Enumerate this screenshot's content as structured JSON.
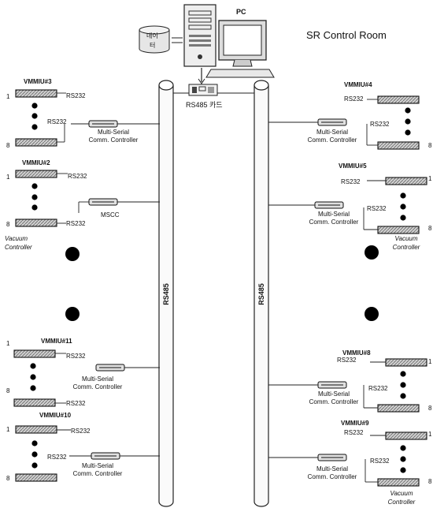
{
  "header": {
    "pc_label": "PC",
    "room_label": "SR Control Room",
    "db_label_1": "데이",
    "db_label_2": "터",
    "card_label": "RS485 카드"
  },
  "bus_label": "RS485",
  "common": {
    "rs232": "RS232",
    "msc_line1": "Multi-Serial",
    "msc_line2": "Comm. Controller",
    "mscc": "MSCC",
    "vc_line1": "Vacuum",
    "vc_line2": "Controller",
    "idx_first": "1",
    "idx_last": "8"
  },
  "units": {
    "u3": "VMMIU#3",
    "u2": "VMMIU#2",
    "u11": "VMMIU#11",
    "u10": "VMMIU#10",
    "u4": "VMMIU#4",
    "u5": "VMMIU#5",
    "u8": "VMMIU#8",
    "u9": "VMMIU#9"
  }
}
